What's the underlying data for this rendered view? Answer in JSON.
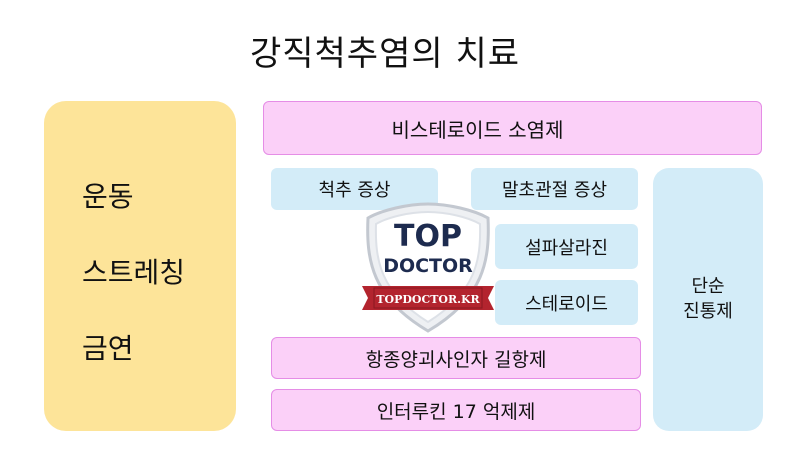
{
  "title": "강직척추염의 치료",
  "lifestyle": {
    "items": [
      "운동",
      "스트레칭",
      "금연"
    ]
  },
  "nsaid": "비스테로이드 소염제",
  "spine_symptoms": "척추 증상",
  "peripheral": {
    "header": "말초관절 증상",
    "items": [
      "설파살라진",
      "스테로이드"
    ]
  },
  "analgesic": "단순\n진통제",
  "tnf": "항종양괴사인자  길항제",
  "il17": "인터루킨 17 억제제",
  "logo": {
    "top": "TOP",
    "doctor": "DOCTOR",
    "url": "TOPDOCTOR.KR",
    "colors": {
      "navy": "#1d2b4f",
      "red": "#b3242e",
      "shield": "#dde1e7"
    }
  }
}
